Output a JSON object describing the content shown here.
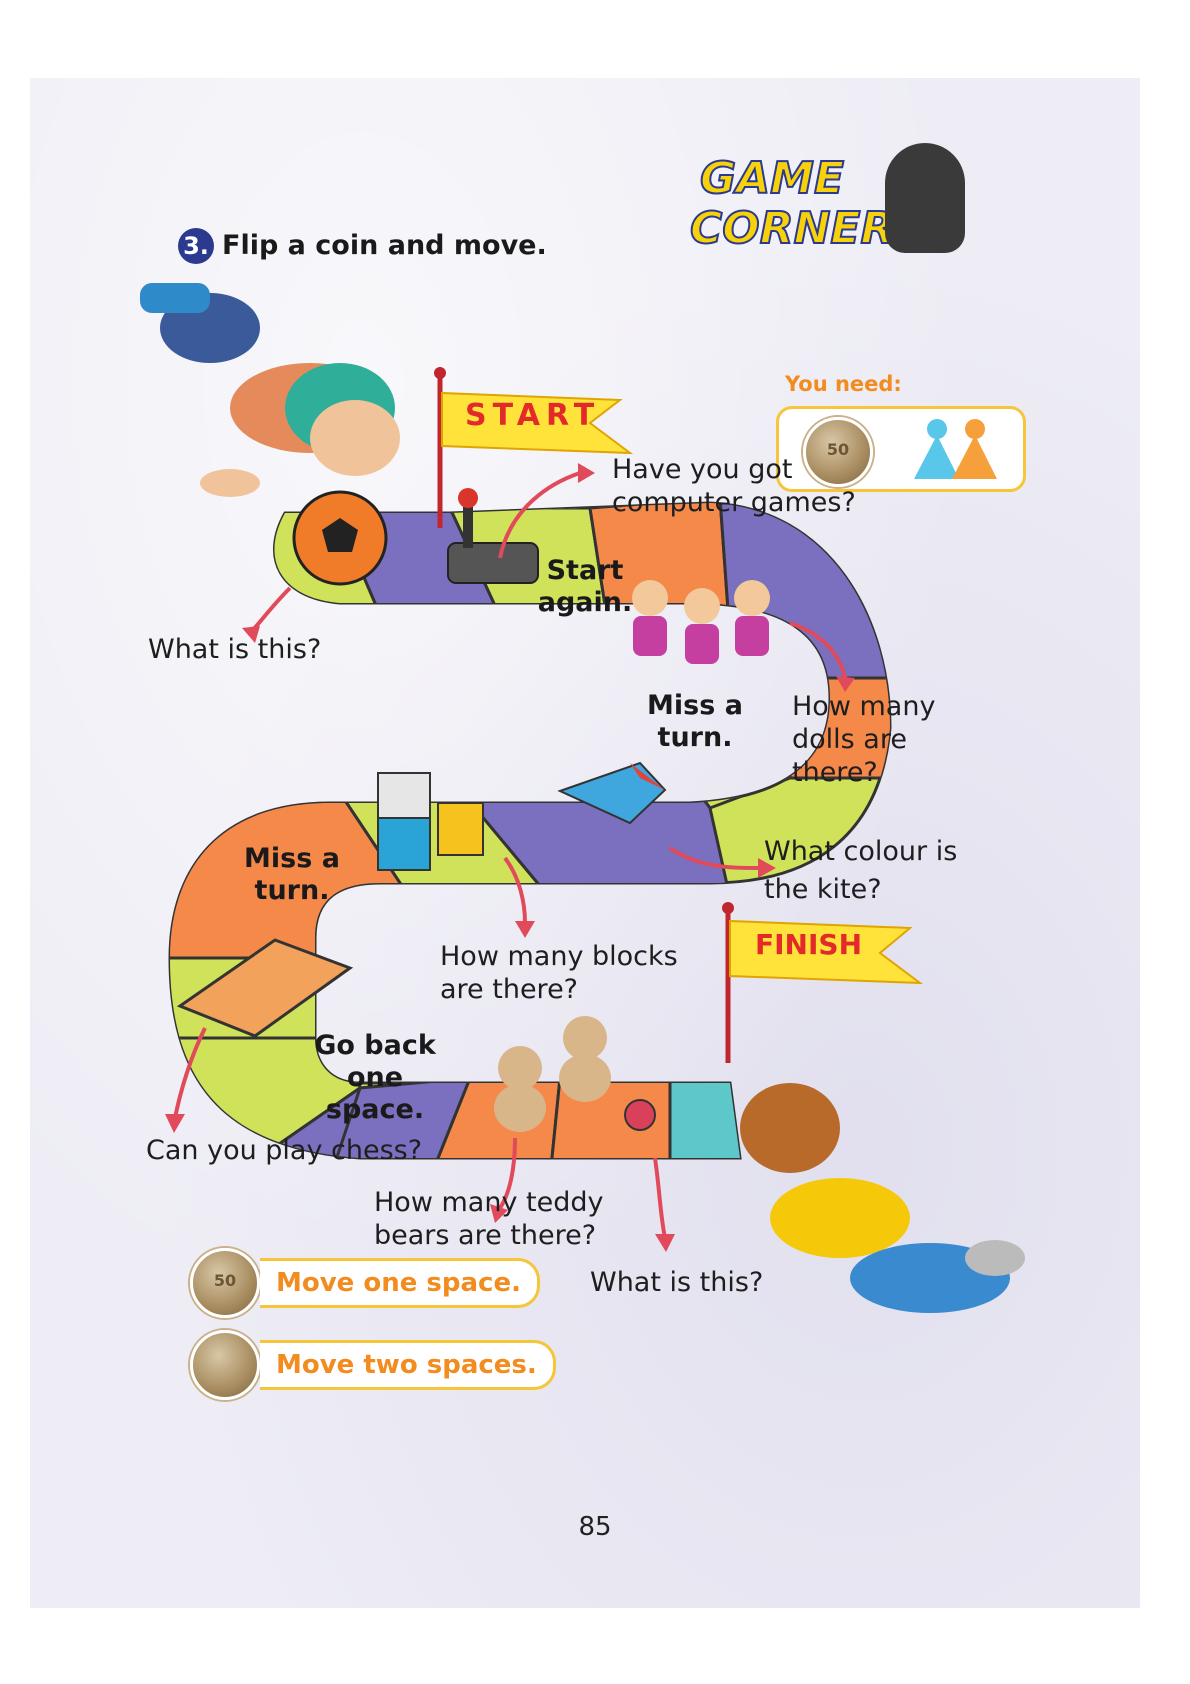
{
  "instruction": {
    "number": "3.",
    "text": "Flip a coin and move."
  },
  "logo": {
    "line1": "GAME",
    "line2": "CORNER"
  },
  "you_need": {
    "label": "You need:",
    "coin_text": "50"
  },
  "flags": {
    "start": "START",
    "finish": "FINISH"
  },
  "spaces": {
    "start_again": "Start again.",
    "miss_turn_1": "Miss a turn.",
    "miss_turn_2": "Miss a turn.",
    "go_back": "Go back one space."
  },
  "questions": {
    "computer_games": [
      "Have you got",
      "computer games?"
    ],
    "what_is_this_ball": "What is this?",
    "dolls": [
      "How many",
      "dolls are",
      "there?"
    ],
    "kite": [
      "What colour is",
      "the kite?"
    ],
    "blocks": [
      "How many blocks",
      "are there?"
    ],
    "chess": "Can you play chess?",
    "teddy": [
      "How many teddy",
      "bears are there?"
    ],
    "what_is_this_button": "What is this?"
  },
  "legend": {
    "heads": "Move one space.",
    "tails": "Move two spaces."
  },
  "page_number": "85",
  "colors": {
    "orange": "#f5894a",
    "purple": "#7b6fbf",
    "green": "#cfe25a",
    "teal": "#5ec7c9",
    "accent": "#f28c1e"
  }
}
